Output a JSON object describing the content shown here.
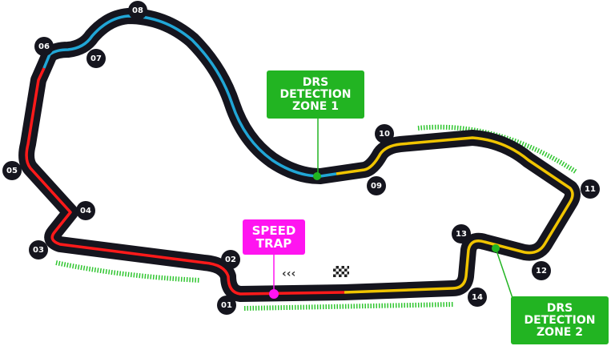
{
  "turns": [
    "01",
    "02",
    "03",
    "04",
    "05",
    "06",
    "07",
    "08",
    "09",
    "10",
    "11",
    "12",
    "13",
    "14"
  ],
  "labels": {
    "drs_detection_1": [
      "DRS",
      "DETECTION",
      "ZONE 1"
    ],
    "drs_detection_2": [
      "DRS",
      "DETECTION",
      "ZONE 2"
    ],
    "speed_trap": [
      "SPEED",
      "TRAP"
    ]
  },
  "colors": {
    "sector1": "#ff1a1a",
    "sector2": "#21a6d6",
    "sector3": "#f0c400",
    "track": "#15151e",
    "drs": "#22b422",
    "speed_trap": "#ff14f0"
  }
}
